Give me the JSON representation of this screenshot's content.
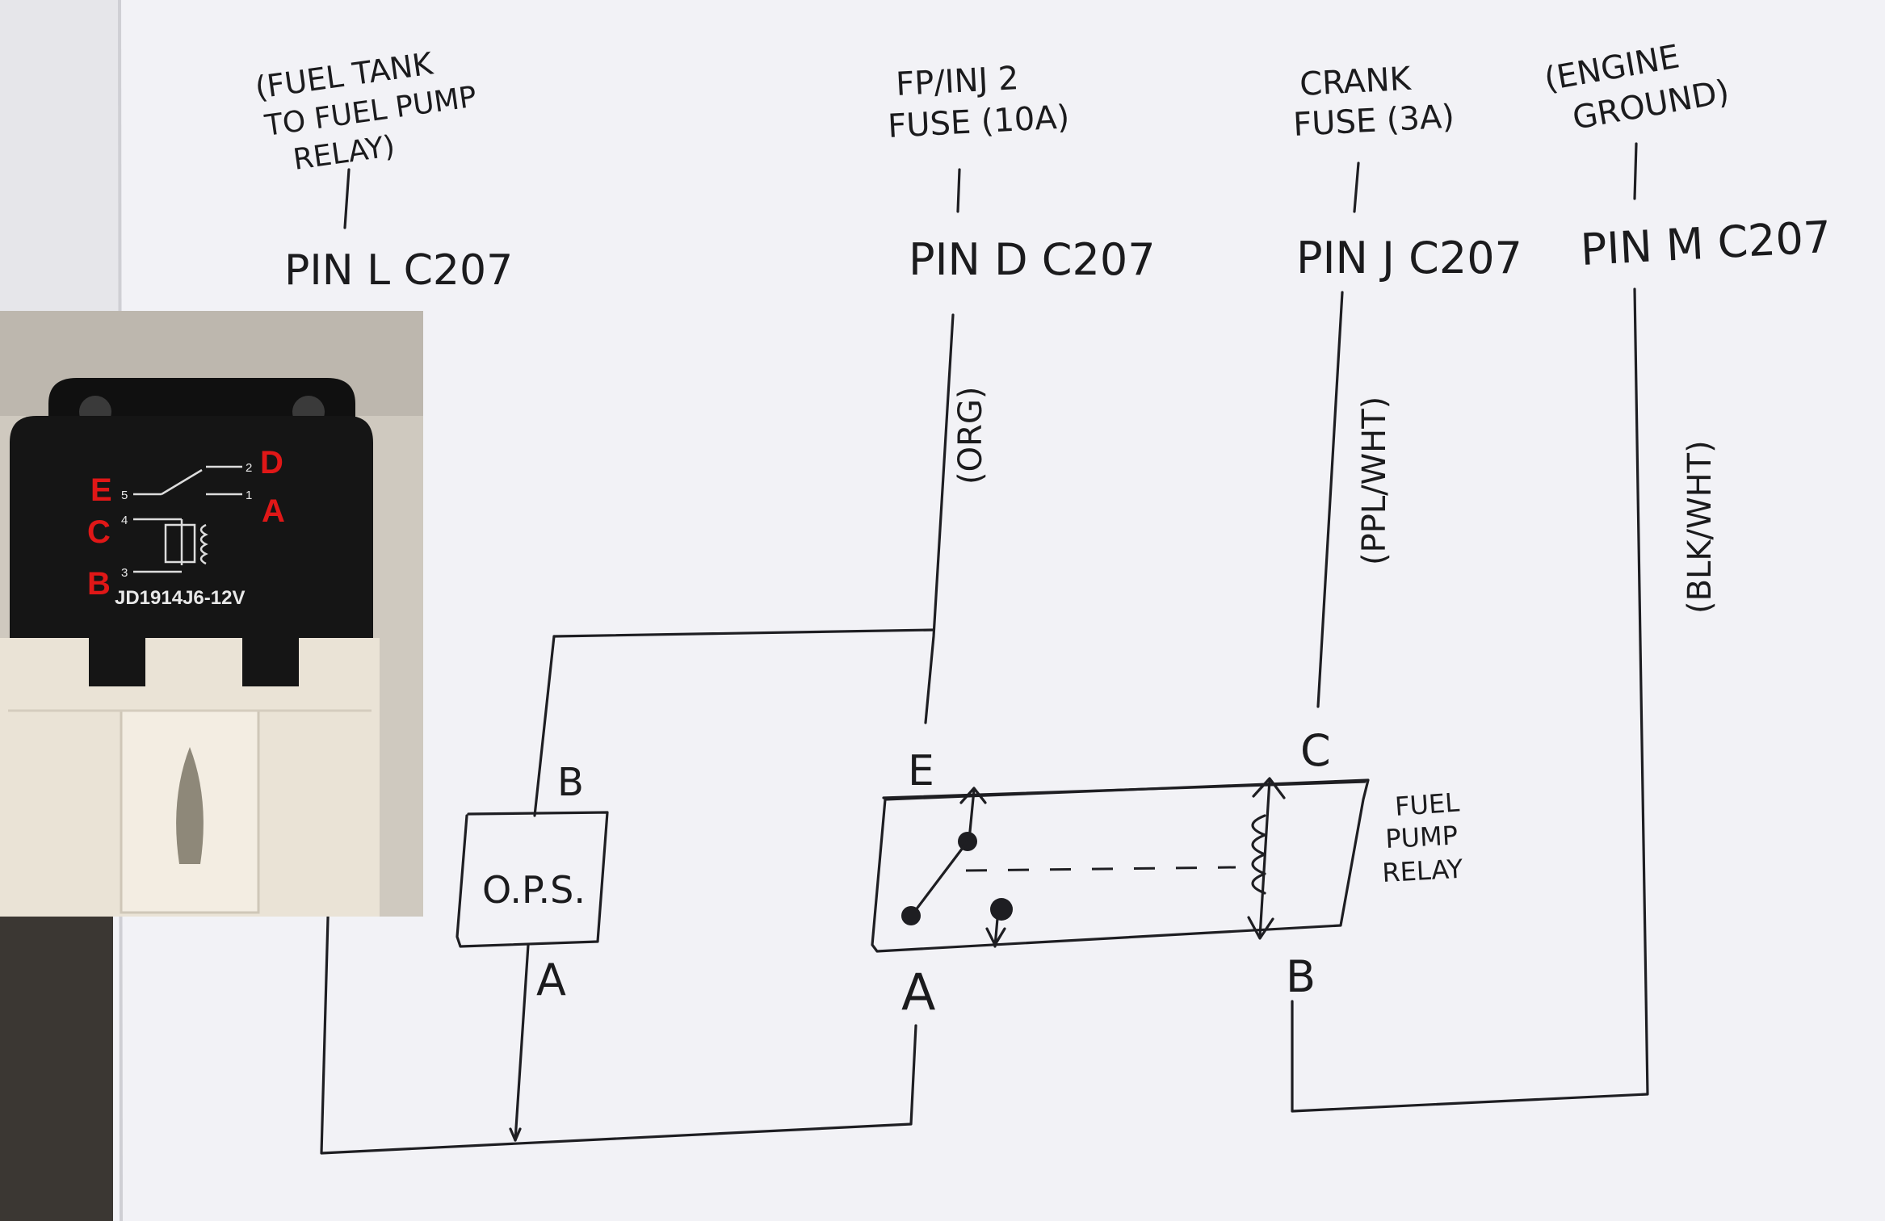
{
  "sources": [
    {
      "id": "fuel-tank",
      "annotation": [
        "(FUEL TANK",
        "TO FUEL PUMP",
        "RELAY)"
      ],
      "pin_label": "PIN L  C207"
    },
    {
      "id": "fp-inj2",
      "annotation": [
        "FP/INJ 2",
        "FUSE (10A)"
      ],
      "pin_label": "PIN D  C207",
      "wire_color": "(ORG)"
    },
    {
      "id": "crank",
      "annotation": [
        "CRANK",
        "FUSE (3A)"
      ],
      "pin_label": "PIN J  C207",
      "wire_color": "(PPL/WHT)"
    },
    {
      "id": "engine-ground",
      "annotation": [
        "(ENGINE",
        "GROUND)"
      ],
      "pin_label": "PIN M  C207",
      "wire_color": "(BLK/WHT)"
    }
  ],
  "ops": {
    "label": "O.P.S.",
    "terminal_top": "B",
    "terminal_bottom": "A"
  },
  "relay": {
    "label": [
      "FUEL",
      "PUMP",
      "RELAY"
    ],
    "terminals": {
      "E": "E",
      "C": "C",
      "A": "A",
      "B": "B"
    }
  },
  "relay_photo": {
    "pin_labels": {
      "E": "E",
      "C": "C",
      "B": "B",
      "D": "D",
      "A": "A"
    },
    "printed_pin_numbers": [
      "5",
      "4",
      "3",
      "2",
      "1"
    ],
    "part_number": "JD1914J6-12V"
  },
  "colors": {
    "paper": "#f4f4f7",
    "ink": "#1e1e22",
    "relay_label": "#e01717",
    "relay_body": "#141414",
    "relay_base": "#efe9dc"
  },
  "icons": [
    "relay-contact-icon",
    "relay-coil-icon"
  ]
}
